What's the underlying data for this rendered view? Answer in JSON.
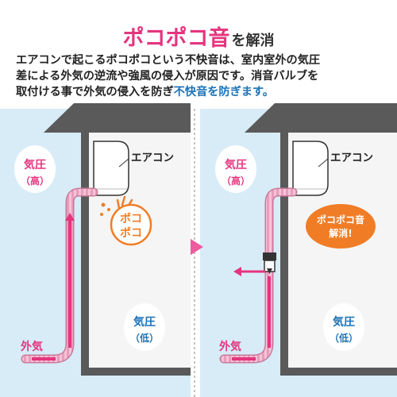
{
  "headline": {
    "highlight": "ポコポコ音",
    "rest": "を解消"
  },
  "description": {
    "line1": "エアコンで起こるポコポコという不快音は、室内室外の気圧",
    "line2": "差による外気の逆流や強風の侵入が原因です。消音バルブを",
    "line3a": "取付ける事で外気の侵入を防ぎ",
    "line3b": "不快音を防ぎます。"
  },
  "left_panel": {
    "ac_label": "エアコン",
    "high_pressure": [
      "気圧",
      "（高）"
    ],
    "low_pressure": [
      "気圧",
      "（低）"
    ],
    "noise": [
      "ポコ",
      "ポコ"
    ],
    "outside_air": "外気"
  },
  "right_panel": {
    "ac_label": "エアコン",
    "high_pressure": [
      "気圧",
      "（高）"
    ],
    "low_pressure": [
      "気圧",
      "（低）"
    ],
    "solved": [
      "ポコポコ音",
      "解消!"
    ],
    "outside_air": "外気"
  },
  "colors": {
    "pink": "#e5357f",
    "blue": "#1a72b8",
    "orange": "#f07d26",
    "sky": "#d7ecf7",
    "wall": "#595959"
  }
}
